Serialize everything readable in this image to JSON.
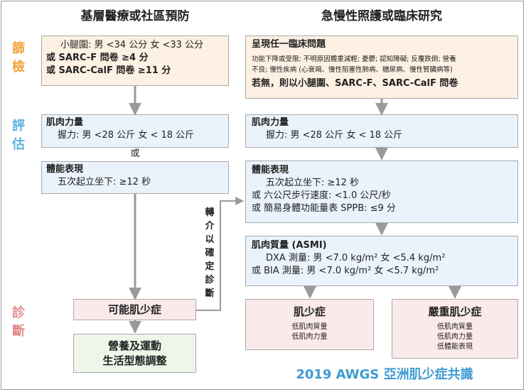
{
  "col_left_title": "基層醫療或社區預防",
  "col_right_title": "急慢性照護或臨床研究",
  "side_labels": {
    "screening": [
      "篩",
      "檢"
    ],
    "assessment": [
      "評",
      "估"
    ],
    "diagnosis": [
      "診",
      "斷"
    ]
  },
  "left": {
    "screen": [
      "小腿圍: 男 <34 公分 女 <33 公分",
      "或 SARC-F 問卷 ≥4 分",
      "或 SARC-CalF 問卷 ≥11 分"
    ],
    "strength_title": "肌肉力量",
    "strength_line": "握力: 男 <28 公斤 女 < 18 公斤",
    "or_label": "或",
    "perf_title": "體能表現",
    "perf_line": "五次起立坐下: ≥12 秒",
    "dx": "可能肌少症",
    "action": [
      "營養及運動",
      "生活型態調整"
    ]
  },
  "referral": [
    "轉",
    "介",
    "以",
    "確",
    "定",
    "診",
    "斷"
  ],
  "right": {
    "screen_title": "呈現任一臨床問題",
    "screen_detail": [
      "功能下降或受限; 不明原因體重減輕; 憂鬱; 認知障礙; 反覆跌倒; 營養",
      "不良; 慢性疾病 (心衰竭、慢性阻塞性肺病、糖尿病、慢性腎臟病等)"
    ],
    "screen_else": "若無，則以小腿圍、SARC-F、SARC-CalF 問卷",
    "strength_title": "肌肉力量",
    "strength_line": "握力: 男 <28 公斤 女 < 18 公斤",
    "perf_title": "體能表現",
    "perf_lines": [
      "五次起立坐下: ≥12 秒",
      "或 六公尺步行速度: <1.0 公尺/秒",
      "或 簡易身體功能量表 SPPB: ≤9 分"
    ],
    "mass_title": "肌肉質量 (ASMI)",
    "mass_lines": [
      "DXA 測量: 男 <7.0 kg/m² 女 <5.4 kg/m²",
      "或  BIA 測量: 男 <7.0 kg/m² 女 <5.7 kg/m²"
    ],
    "dx1_title": "肌少症",
    "dx1_lines": [
      "低肌肉質量",
      "低肌肉力量"
    ],
    "dx2_title": "嚴重肌少症",
    "dx2_lines": [
      "低肌肉質量",
      "低肌肉力量",
      "低體能表現"
    ]
  },
  "footer": "2019 AWGS 亞洲肌少症共識",
  "colors": {
    "screening": "#f0a33a",
    "assessment": "#5bb0df",
    "diagnosis": "#e58a8f",
    "footer": "#3e9bd1",
    "arrow": "#9a9a9a"
  }
}
